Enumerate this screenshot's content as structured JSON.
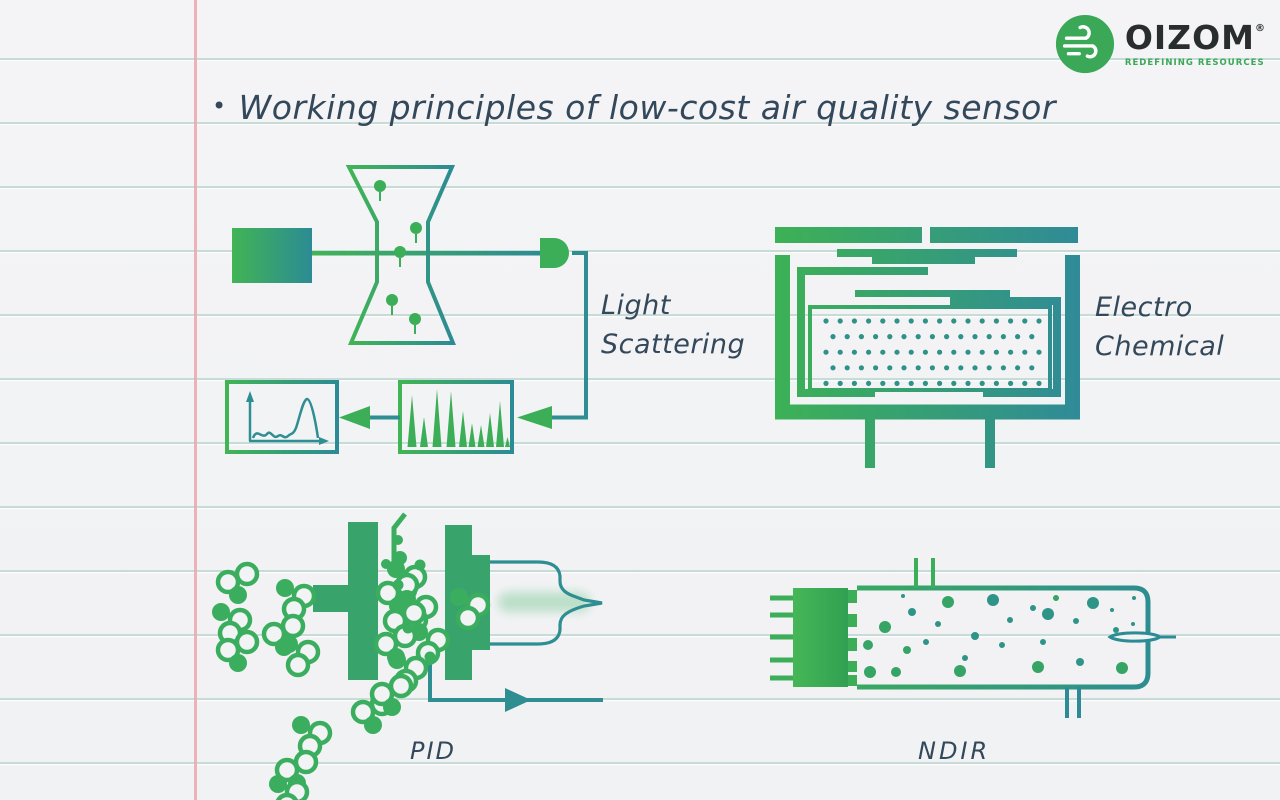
{
  "page": {
    "bullet": "•",
    "title": "Working principles of low-cost air quality sensor"
  },
  "logo": {
    "brand": "OIZOM",
    "registered_mark": "®",
    "tagline": "REDEFINING RESOURCES"
  },
  "diagram_labels": {
    "light_scattering": {
      "line1": "Light",
      "line2": "Scattering"
    },
    "electro_chemical": {
      "line1": "Electro",
      "line2": "Chemical"
    },
    "pid": "PID",
    "ndir": "NDIR"
  },
  "colors": {
    "green": "#3cae57",
    "teal": "#2e8e91",
    "ink": "#33485a",
    "logo_green": "#3aa857",
    "paper": "#f2f3f5",
    "ruled_line": "#c7dbd7",
    "margin_line": "#ecaab2"
  }
}
